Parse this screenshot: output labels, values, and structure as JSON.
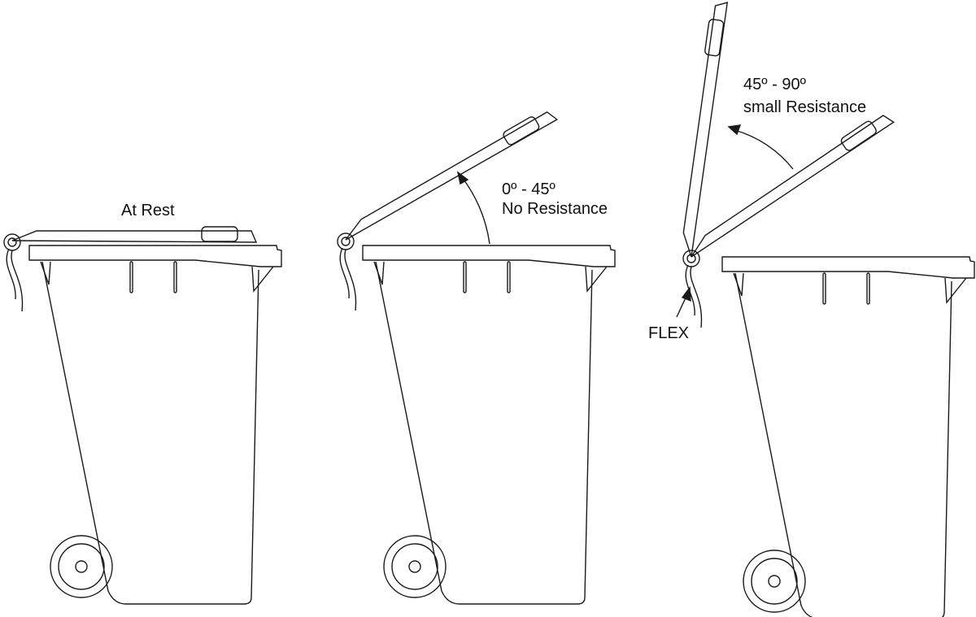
{
  "labels": {
    "at_rest": "At Rest",
    "stage2_angle": "0º - 45º",
    "stage2_resistance": "No Resistance",
    "stage3_angle": "45º - 90º",
    "stage3_resistance": "small Resistance",
    "flex": "FLEX"
  },
  "stroke_color": "#1a1a1a",
  "bins": [
    {
      "state": "closed",
      "lid_angles_deg": [
        0
      ]
    },
    {
      "state": "open",
      "lid_angles_deg": [
        30
      ]
    },
    {
      "state": "open",
      "lid_angles_deg": [
        34,
        82
      ]
    }
  ]
}
